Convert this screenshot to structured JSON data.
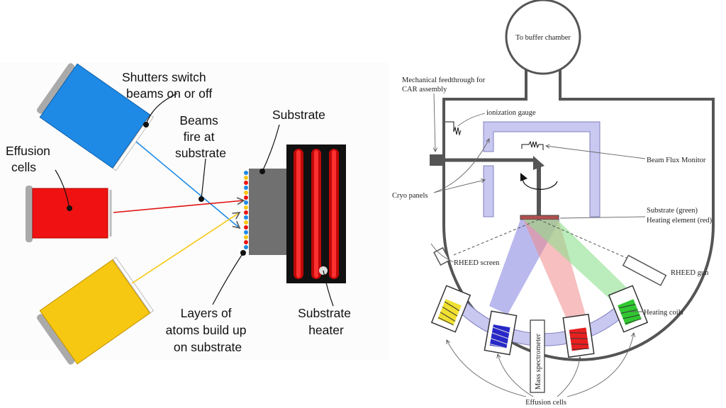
{
  "left_diagram": {
    "labels": {
      "shutters": [
        "Shutters switch",
        "beams on or off"
      ],
      "beams": [
        "Beams",
        "fire at",
        "substrate"
      ],
      "effusion": [
        "Effusion",
        "cells"
      ],
      "substrate": "Substrate",
      "layers": [
        "Layers of",
        "atoms build up",
        "on substrate"
      ],
      "heater": [
        "Substrate",
        "heater"
      ]
    },
    "colors": {
      "cell_blue": "#1e8ae6",
      "cell_red": "#f01212",
      "cell_yellow": "#f7c812",
      "heater": "#e01010"
    }
  },
  "right_diagram": {
    "labels": {
      "buffer": "To buffer chamber",
      "feedthrough": [
        "Mechanical feedthrough for",
        "CAR assembly"
      ],
      "ion_gauge": "ionization gauge",
      "flux_monitor": "Beam Flux Monitor",
      "cryo": "Cryo panels",
      "substrate": [
        "Substrate (green)",
        "Heating element (red)"
      ],
      "rheed_screen": "RHEED screen",
      "rheed_gun": "RHEED gun",
      "heating_coils": "Heating coils",
      "mass_spec": "Mass spectrometer",
      "effusion_cells": "Effusion cells"
    },
    "colors": {
      "cryo": "#c8c8f0",
      "beam_blue": "#8080e0",
      "beam_red": "#f08a8a",
      "beam_green": "#8ee08e"
    }
  }
}
